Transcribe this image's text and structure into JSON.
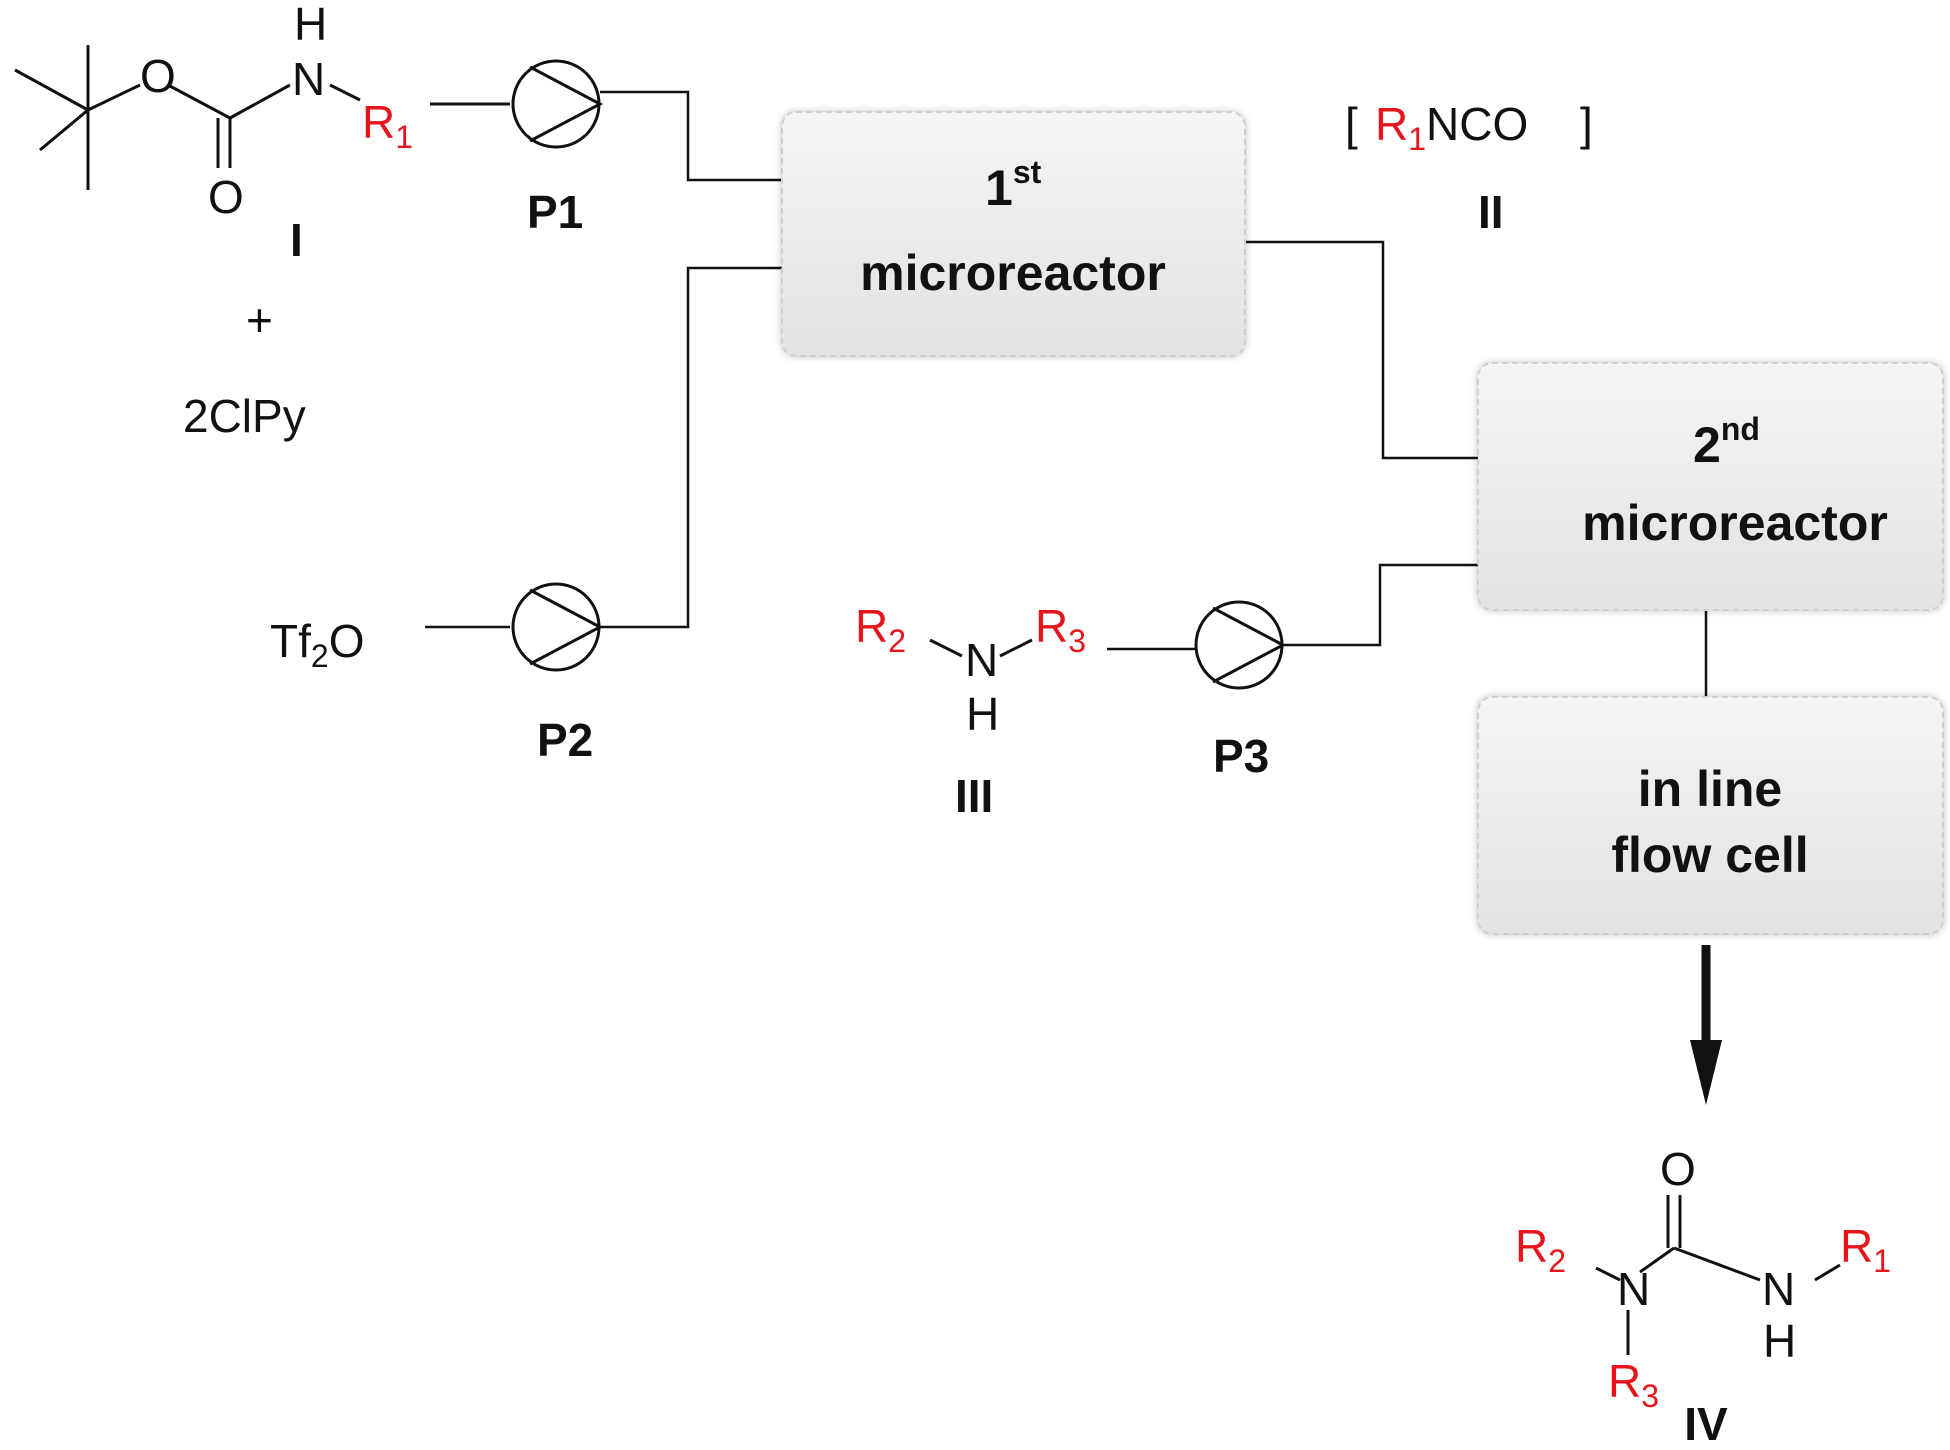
{
  "reactors": {
    "first": {
      "label_num": "1",
      "label_sup": "st",
      "label_word": "microreactor"
    },
    "second": {
      "label_num": "2",
      "label_sup": "nd",
      "label_word": "microreactor"
    },
    "flow_cell": {
      "line1": "in line",
      "line2": "flow cell"
    }
  },
  "pumps": {
    "p1": "P1",
    "p2": "P2",
    "p3": "P3"
  },
  "compounds": {
    "I": {
      "label": "I",
      "atom_o1": "O",
      "atom_o2": "O",
      "atom_n": "N",
      "atom_h": "H",
      "r_group": "R",
      "r_sub": "1"
    },
    "plus": "+",
    "additive": "2ClPy",
    "reagent": {
      "main": "Tf",
      "sub": "2",
      "end": "O"
    },
    "II": {
      "label": "II",
      "r_group": "R",
      "r_sub": "1",
      "rest": "NCO",
      "bracket_left": "[",
      "bracket_right": "]"
    },
    "III": {
      "label": "III",
      "r2": "R",
      "r2_sub": "2",
      "r3": "R",
      "r3_sub": "3",
      "atom_n": "N",
      "atom_h": "H"
    },
    "IV": {
      "label": "IV",
      "atom_o": "O",
      "atom_n1": "N",
      "atom_n2": "N",
      "atom_h": "H",
      "r1": "R",
      "r1_sub": "1",
      "r2": "R",
      "r2_sub": "2",
      "r3": "R",
      "r3_sub": "3"
    }
  },
  "colors": {
    "r_group": "#e8141b",
    "box_fill": "#ececec",
    "box_border": "#c8c8c8",
    "line": "#111111"
  }
}
